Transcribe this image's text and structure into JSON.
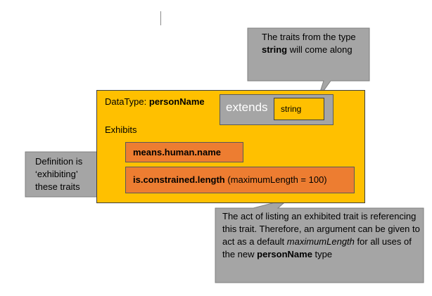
{
  "datatype": {
    "label": "DataType:",
    "name": "personName"
  },
  "extends": {
    "label": "extends",
    "type": "string"
  },
  "exhibits": {
    "label": "Exhibits",
    "trait1": "means.human.name",
    "trait2_name": "is.constrained.length",
    "trait2_args": "(maximumLength = 100)"
  },
  "callouts": {
    "top": {
      "pre": "The traits from the type",
      "bold": "string",
      "post": "will come along"
    },
    "left": {
      "text": "Definition is ‘exhibiting’ these traits"
    },
    "bottom": {
      "line1": "The act of listing an exhibited trait is referencing this trait. Therefore, an argument can be given to act as a default",
      "italic": "maximumLength",
      "mid": "for all uses of the new",
      "bold": "personName",
      "end": "type"
    }
  },
  "colors": {
    "datatype_fill": "#ffc000",
    "trait_fill": "#ed7d31",
    "callout_fill": "#a5a5a5"
  }
}
